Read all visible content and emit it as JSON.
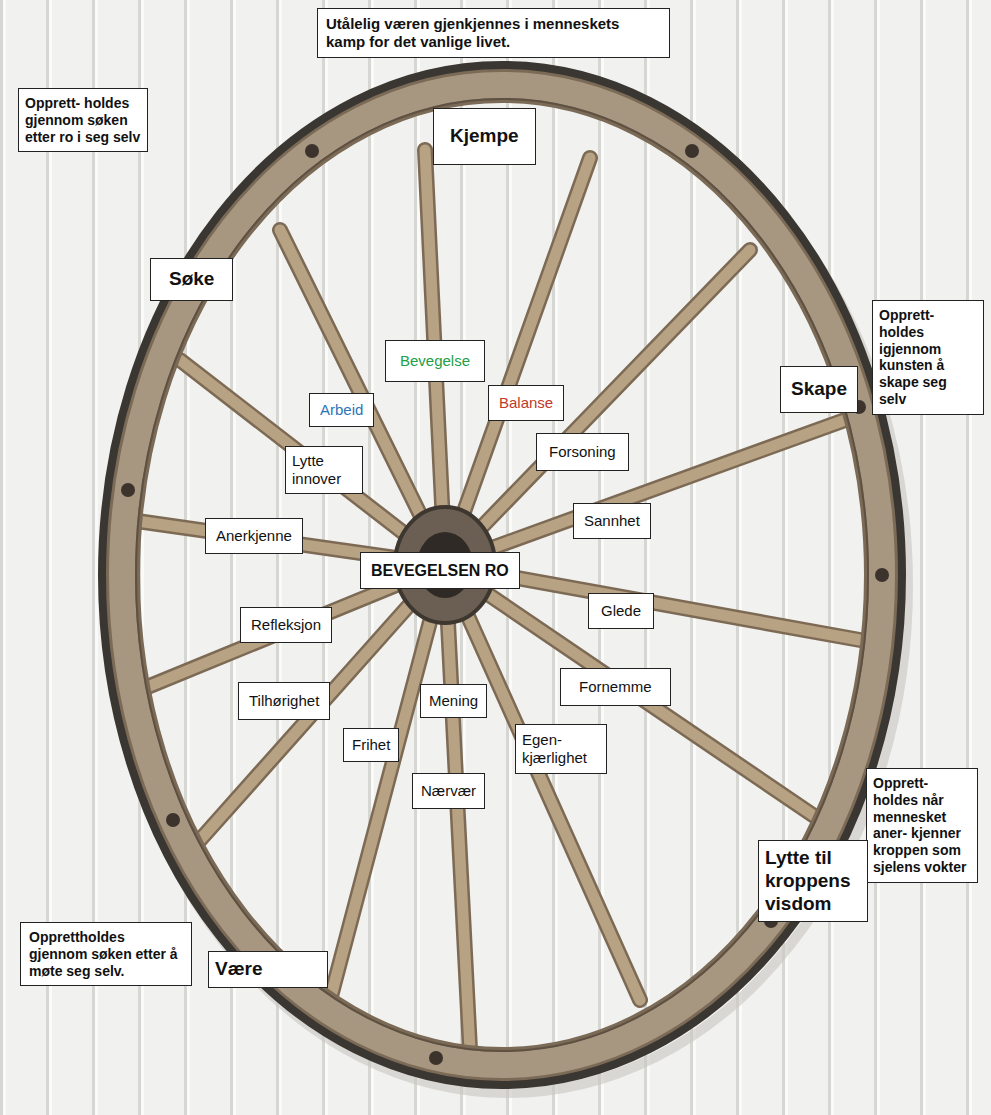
{
  "diagram": {
    "nodes": [
      {
        "text": [
          "Utålelig væren gjenkjennes i menneskets kamp for det vanlige livet."
        ]
      },
      {
        "text": [
          "Kjempe"
        ]
      },
      {
        "text": [
          "Opprett- holdes gjennom søken etter ro i seg selv"
        ]
      },
      {
        "text": [
          "Søke"
        ]
      },
      {
        "text": [
          "Opprett- holdes igjennom kunsten å skape seg selv"
        ]
      },
      {
        "text": [
          "Skape"
        ]
      },
      {
        "text": [
          "Bevegelse"
        ]
      },
      {
        "text": [
          "Arbeid"
        ]
      },
      {
        "text": [
          "Balanse"
        ]
      },
      {
        "text": [
          "Forsoning"
        ]
      },
      {
        "text": [
          "Lytte innover"
        ]
      },
      {
        "text": [
          "Sannhet"
        ]
      },
      {
        "text": [
          "Anerkjenne"
        ]
      },
      {
        "text": [
          "BEVEGELSEN RO"
        ]
      },
      {
        "text": [
          "Glede"
        ]
      },
      {
        "text": [
          "Refleksjon"
        ]
      },
      {
        "text": [
          "Fornemme"
        ]
      },
      {
        "text": [
          "Tilhørighet"
        ]
      },
      {
        "text": [
          "Mening"
        ]
      },
      {
        "text": [
          "Frihet"
        ]
      },
      {
        "text": [
          "Egen- kjærlighet"
        ]
      },
      {
        "text": [
          "Nærvær"
        ]
      },
      {
        "text": [
          "Opprett- holdes når mennesket aner- kjenner kroppen som sjelens vokter"
        ]
      },
      {
        "text": [
          "Lytte til kroppens visdom"
        ]
      },
      {
        "text": [
          "Opprettholdes gjennom søken etter å møte seg selv."
        ]
      },
      {
        "text": [
          "Være"
        ]
      }
    ]
  }
}
